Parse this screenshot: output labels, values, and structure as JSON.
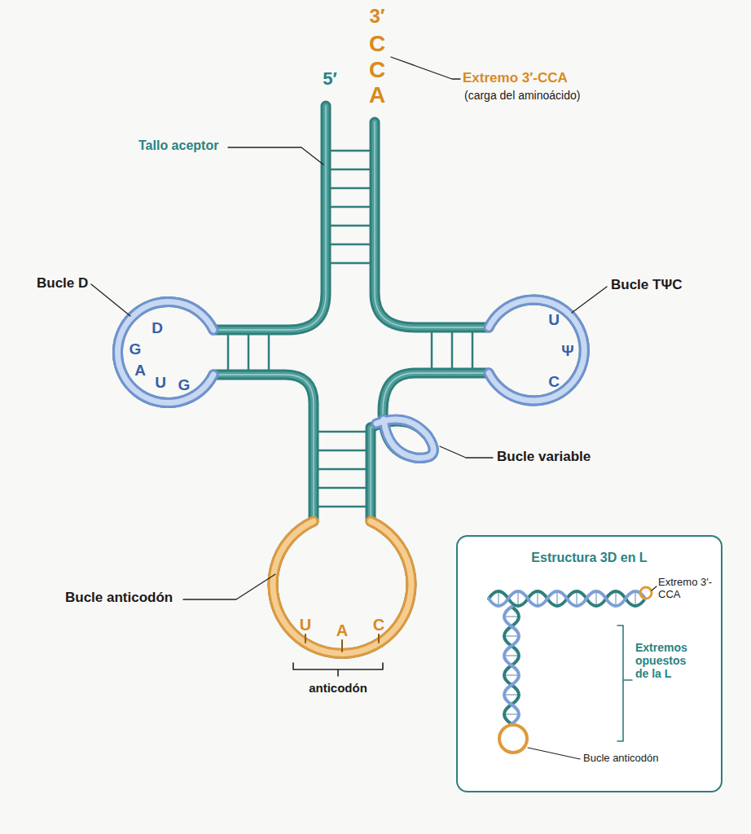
{
  "diagram": {
    "nodes": [
      {
        "text": [
          "Estructura 3D en L"
        ]
      }
    ],
    "labels": [
      "3′",
      "C",
      "C",
      "A",
      "Extremo 3′-CCA",
      "(carga del aminoácido)",
      "5′",
      "Tallo aceptor",
      "Bucle D",
      "D",
      "G",
      "A",
      "U",
      "G",
      "Bucle TΨC",
      "U",
      "Ψ",
      "C",
      "Bucle variable",
      "Bucle anticodón",
      "U",
      "A",
      "C",
      "anticodón",
      "Extremo 3′-CCA",
      "Extremos opuestos de la L",
      "Bucle anticodón"
    ]
  }
}
